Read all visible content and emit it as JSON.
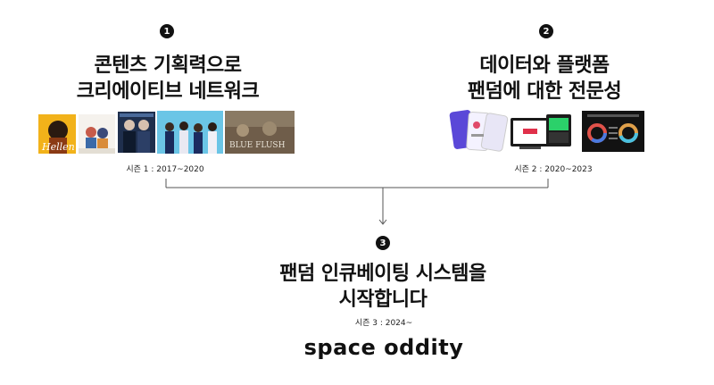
{
  "sections": [
    {
      "number": "1",
      "title_line1": "콘텐츠 기획력으로",
      "title_line2": "크리에이티브 네트워크",
      "caption": "시즌 1 : 2017~2020"
    },
    {
      "number": "2",
      "title_line1": "데이터와 플랫폼",
      "title_line2": "팬덤에 대한 전문성",
      "caption": "시즌 2 : 2020~2023"
    },
    {
      "number": "3",
      "title_line1": "팬덤 인큐베이팅 시스템을",
      "title_line2": "시작합니다",
      "caption": "시즌 3 : 2024~"
    }
  ],
  "thumbnail_text": {
    "album_script": "Hellen",
    "blue_flush": "BLUE FLUSH"
  },
  "logo": {
    "text": "space oddity"
  },
  "colors": {
    "text": "#111111",
    "line": "#555555"
  }
}
